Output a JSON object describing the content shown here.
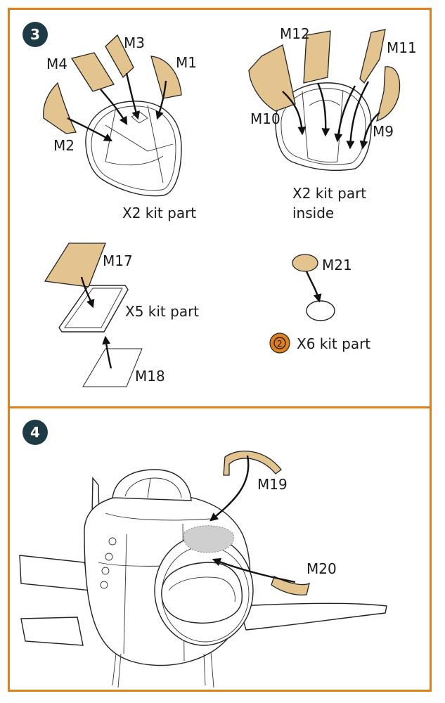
{
  "steps": [
    {
      "number": "3"
    },
    {
      "number": "4"
    }
  ],
  "labels": {
    "m1": "M1",
    "m2": "M2",
    "m3": "M3",
    "m4": "M4",
    "m9": "M9",
    "m10": "M10",
    "m11": "M11",
    "m12": "M12",
    "m17": "M17",
    "m18": "M18",
    "m19": "M19",
    "m20": "M20",
    "m21": "M21",
    "x2_kit_part": "X2 kit part",
    "x2_kit_part_inside_line1": "X2 kit part",
    "x2_kit_part_inside_line2": "inside",
    "x5_kit_part": "X5 kit part",
    "x6_kit_part": "X6 kit part",
    "x6_symbol_digit": "2"
  },
  "colors": {
    "frame": "#e07f1e",
    "badge": "#1d3a47",
    "mask": "#e3c48f"
  }
}
